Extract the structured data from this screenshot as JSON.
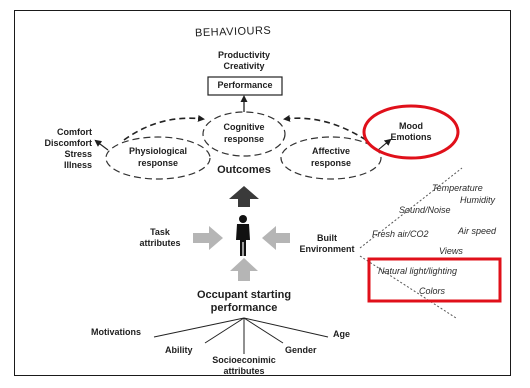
{
  "diagram": {
    "title": "BEHAVIOURS",
    "behaviours": [
      "Productivity",
      "Creativity"
    ],
    "performance_box": "Performance",
    "cognitive": [
      "Cognitive",
      "response"
    ],
    "physiological": [
      "Physiological",
      "response"
    ],
    "affective": [
      "Affective",
      "response"
    ],
    "mood": [
      "Mood",
      "Emotions"
    ],
    "physio_outcomes": [
      "Comfort",
      "Discomfort",
      "Stress",
      "Illness"
    ],
    "outcomes": "Outcomes",
    "task": [
      "Task",
      "attributes"
    ],
    "built": [
      "Built",
      "Environment"
    ],
    "env_factors": {
      "temperature": "Temperature",
      "humidity": "Humidity",
      "sound": "Sound/Noise",
      "fresh_air": "Fresh air/CO2",
      "air_speed": "Air speed",
      "views": "Views",
      "natural_light": "Natural light/lighting",
      "colors": "Colors"
    },
    "occupant": [
      "Occupant starting",
      "performance"
    ],
    "attributes": {
      "motivations": "Motivations",
      "ability": "Ability",
      "socio": [
        "Socioeconimic",
        "attributes"
      ],
      "gender": "Gender",
      "age": "Age"
    },
    "colors": {
      "highlight": "#e0101a",
      "arrow_gray": "#b5b5b5",
      "arrow_dark": "#3a3a3a",
      "text": "#1e1e1e"
    }
  }
}
